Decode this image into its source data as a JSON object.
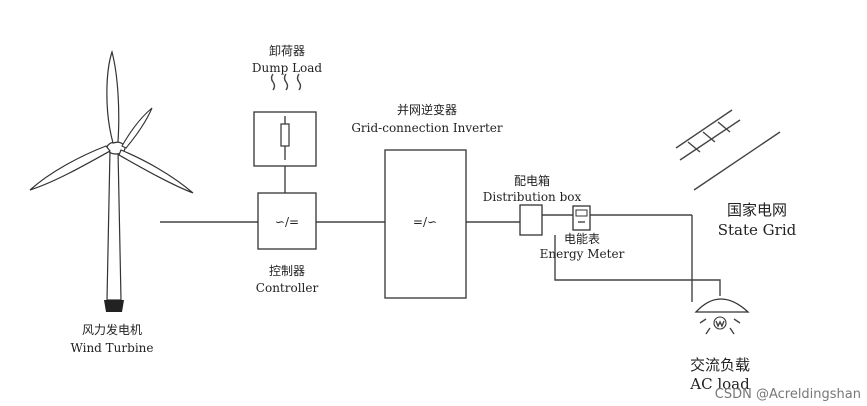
{
  "components": {
    "dump_load": {
      "label_cn": "卸荷器",
      "label_en": "Dump Load"
    },
    "controller": {
      "label_cn": "控制器",
      "label_en": "Controller",
      "symbol": "∽/="
    },
    "inverter": {
      "label_cn": "并网逆变器",
      "label_en": "Grid-connection  Inverter",
      "symbol": "=/∽"
    },
    "distribution_box": {
      "label_cn": "配电箱",
      "label_en": "Distribution box"
    },
    "energy_meter": {
      "label_cn": "电能表",
      "label_en": "Energy Meter"
    },
    "state_grid": {
      "label_cn": "国家电网",
      "label_en": "State Grid"
    },
    "ac_load": {
      "label_cn": "交流负载",
      "label_en": "AC load"
    },
    "wind_turbine": {
      "label_cn": "风力发电机",
      "label_en": "Wind Turbine"
    }
  },
  "watermark": "CSDN @Acreldingshan"
}
